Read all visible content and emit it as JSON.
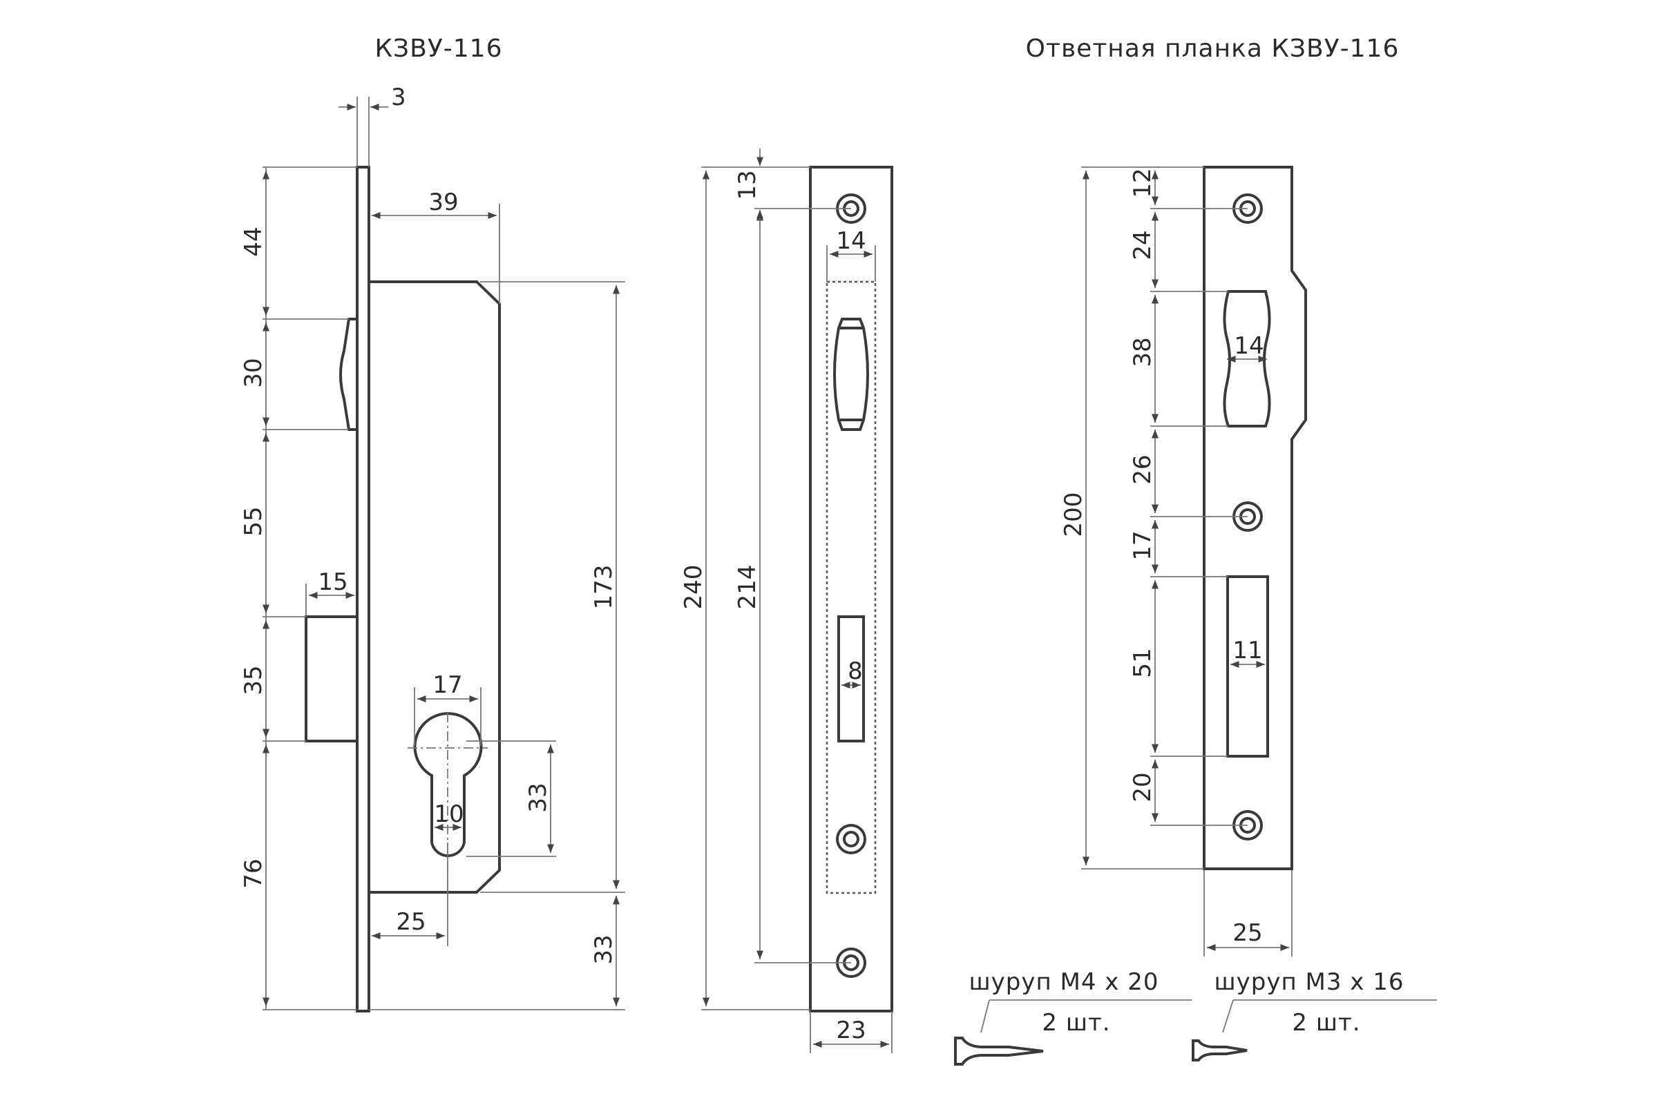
{
  "titles": {
    "lock": "КЗВУ-116",
    "strike": "Ответная планка КЗВУ-116"
  },
  "dims": {
    "lock": {
      "d3": "3",
      "d39": "39",
      "d44": "44",
      "d30": "30",
      "d55": "55",
      "d15": "15",
      "d35": "35",
      "d76": "76",
      "d17": "17",
      "d33_key": "33",
      "d10": "10",
      "d25": "25",
      "d173": "173",
      "d33_bottom": "33"
    },
    "faceplate": {
      "d240": "240",
      "d214": "214",
      "d13": "13",
      "d14": "14",
      "d8": "8",
      "d23": "23"
    },
    "strike": {
      "d12": "12",
      "d24": "24",
      "d38": "38",
      "d14": "14",
      "d26": "26",
      "d17": "17",
      "d51": "51",
      "d11": "11",
      "d20": "20",
      "d200": "200",
      "d25": "25"
    }
  },
  "screws": [
    {
      "spec": "шуруп М4 х 20",
      "qty": "2 шт."
    },
    {
      "spec": "шуруп М3 х 16",
      "qty": "2 шт."
    }
  ]
}
